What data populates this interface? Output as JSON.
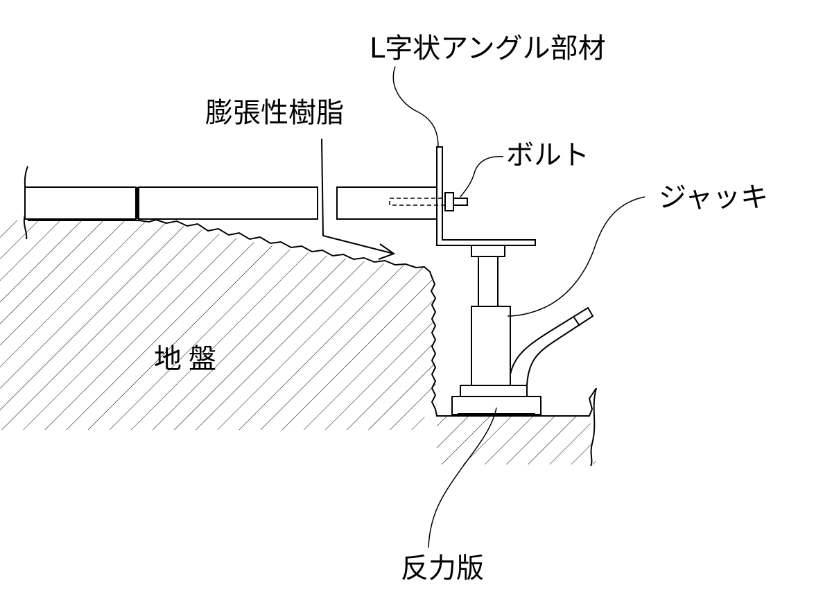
{
  "labels": {
    "angle_member": "L字状アングル部材",
    "expansive_resin": "膨張性樹脂",
    "bolt": "ボルト",
    "jack": "ジャッキ",
    "ground": "地盤",
    "reaction_plate": "反力版"
  },
  "colors": {
    "line": "#000000",
    "background": "#ffffff"
  }
}
